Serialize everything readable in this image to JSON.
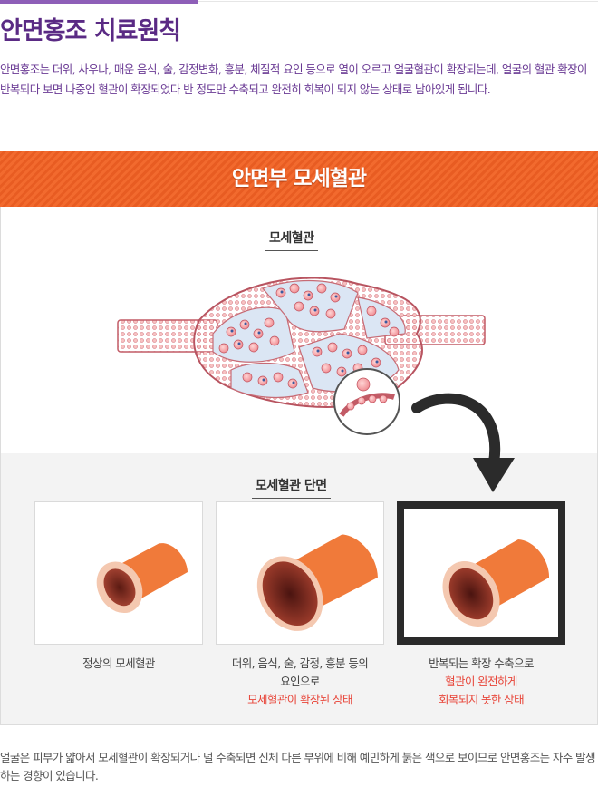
{
  "page": {
    "title": "안면홍조 치료원칙",
    "intro": "안면홍조는 더위, 사우나, 매운 음식, 술, 감정변화, 흥분, 체질적 요인 등으로 열이 오르고 얼굴혈관이 확장되는데, 얼굴의 혈관 확장이 반복되다 보면 나중엔 혈관이 확장되었다 반 정도만 수축되고 완전히 회복이 되지 않는 상태로 남아있게 됩니다."
  },
  "banner": {
    "title": "안면부 모세혈관"
  },
  "diagram": {
    "title": "모세혈관"
  },
  "cross_section": {
    "title": "모세혈관 단면",
    "cards": [
      {
        "lines": [
          "정상의 모세혈관"
        ],
        "highlight": []
      },
      {
        "lines": [
          "더위, 음식, 술, 감정, 흥분 등의",
          "요인으로"
        ],
        "highlight": [
          "모세혈관이 확장된 상태"
        ]
      },
      {
        "lines": [
          "반복되는 확장 수축으로"
        ],
        "highlight": [
          "혈관이 완전하게",
          "회복되지 못한 상태"
        ]
      }
    ]
  },
  "footer": {
    "text": "얼굴은 피부가 얇아서 모세혈관이 확장되거나 덜 수축되면 신체 다른 부위에 비해 예민하게 붉은 색으로 보이므로 안면홍조는 자주 발생하는 경향이 있습니다."
  },
  "colors": {
    "title": "#5a2a84",
    "accent_bar": "#8e5fb8",
    "banner": "#f26a2e",
    "vessel": "#f07a3a",
    "highlight": "#e8463a",
    "selected_border": "#2a2a2a"
  }
}
